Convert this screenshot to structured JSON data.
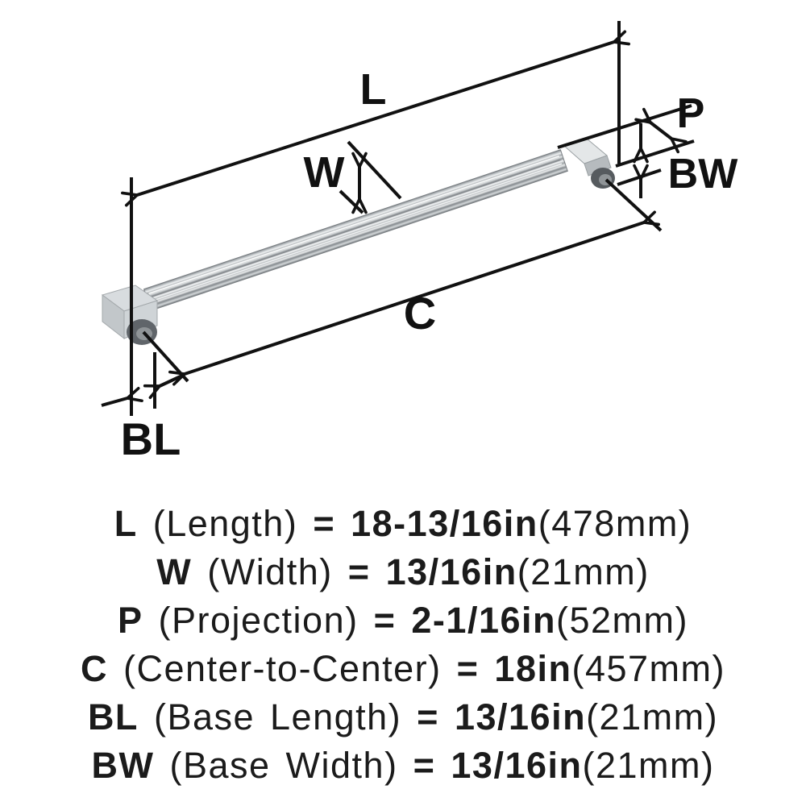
{
  "diagram": {
    "labels": {
      "length": "L",
      "width": "W",
      "projection": "P",
      "base_width": "BW",
      "center_to_center": "C",
      "base_length": "BL"
    }
  },
  "specs": [
    {
      "abbr": "L",
      "name": "(Length)",
      "eq": "=",
      "value": "18-13/16in",
      "metric": "(478mm)"
    },
    {
      "abbr": "W",
      "name": "(Width)",
      "eq": "=",
      "value": "13/16in",
      "metric": "(21mm)"
    },
    {
      "abbr": "P",
      "name": "(Projection)",
      "eq": "=",
      "value": "2-1/16in",
      "metric": "(52mm)"
    },
    {
      "abbr": "C",
      "name": "(Center-to-Center)",
      "eq": "=",
      "value": "18in",
      "metric": "(457mm)"
    },
    {
      "abbr": "BL",
      "name": "(Base Length)",
      "eq": "=",
      "value": "13/16in",
      "metric": "(21mm)"
    },
    {
      "abbr": "BW",
      "name": "(Base Width)",
      "eq": "=",
      "value": "13/16in",
      "metric": "(21mm)"
    }
  ],
  "colors": {
    "ink": "#111111",
    "text": "#1b1b1b",
    "metal_light": "#f0f2f3",
    "metal_mid": "#c3c8cb",
    "metal_dark": "#5f6468"
  }
}
